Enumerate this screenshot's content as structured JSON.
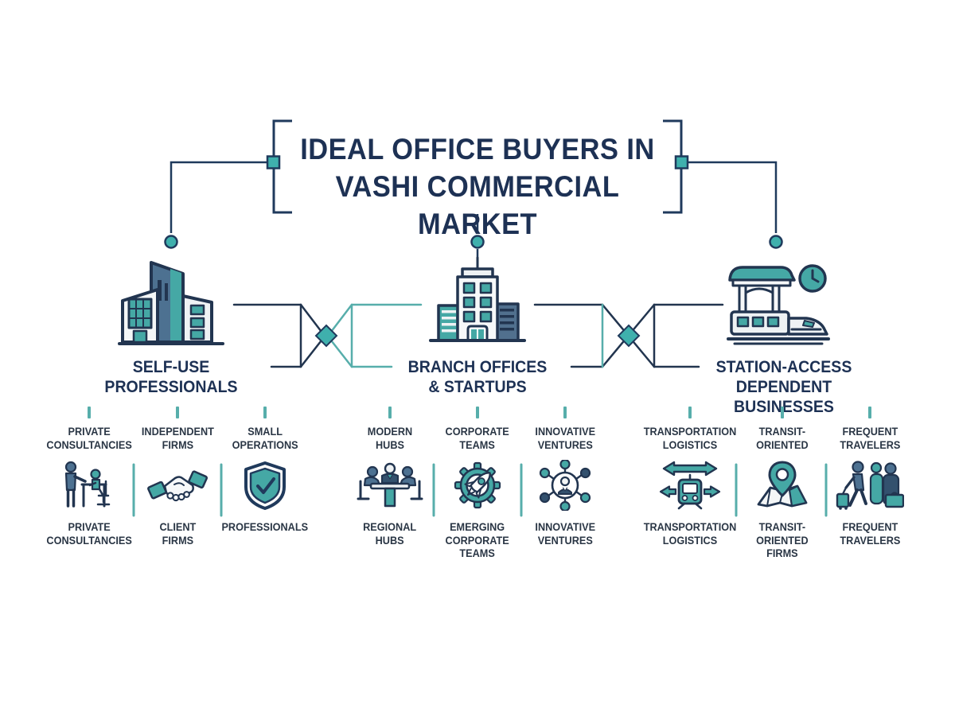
{
  "title": {
    "line1": "IDEAL OFFICE BUYERS IN",
    "line2": "VASHI COMMERCIAL MARKET"
  },
  "colors": {
    "title_navy": "#1d3154",
    "label_ink": "#2a3645",
    "line_navy": "#22354f",
    "line_teal": "#57aeab",
    "node_teal": "#3fb0ad",
    "icon_teal": "#45a8a5",
    "icon_slate": "#4d7191",
    "icon_outline": "#223550",
    "icon_white": "#f3f6f7"
  },
  "groups": [
    {
      "name": "self-use-professionals",
      "label": "SELF-USE\nPROFESSIONALS",
      "icon": "office-buildings-icon",
      "items": [
        {
          "top": "PRIVATE\nCONSULTANCIES",
          "icon": "consultation-desk-icon",
          "bottom": "PRIVATE\nCONSULTANCIES"
        },
        {
          "top": "INDEPENDENT\nFIRMS",
          "icon": "handshake-icon",
          "bottom": "CLIENT\nFIRMS"
        },
        {
          "top": "SMALL\nOPERATIONS",
          "icon": "shield-check-icon",
          "bottom": "PROFESSIONALS"
        }
      ]
    },
    {
      "name": "branch-offices-startups",
      "label": "BRANCH OFFICES\n& STARTUPS",
      "icon": "corporate-building-icon",
      "items": [
        {
          "top": "MODERN\nHUBS",
          "icon": "meeting-table-icon",
          "bottom": "REGIONAL\nHUBS"
        },
        {
          "top": "CORPORATE\nTEAMS",
          "icon": "gear-rocket-icon",
          "bottom": "EMERGING\nCORPORATE\nTEAMS"
        },
        {
          "top": "INNOVATIVE\nVENTURES",
          "icon": "network-person-icon",
          "bottom": "INNOVATIVE\nVENTURES"
        }
      ]
    },
    {
      "name": "station-access-dependent-businesses",
      "label": "STATION-ACCESS\nDEPENDENT BUSINESSES",
      "icon": "train-station-icon",
      "items": [
        {
          "top": "TRANSPORTATION\nLOGISTICS",
          "icon": "transport-arrows-train-icon",
          "bottom": "TRANSPORTATION\nLOGISTICS"
        },
        {
          "top": "TRANSIT-\nORIENTED",
          "icon": "map-pin-icon",
          "bottom": "TRANSIT-\nORIENTED\nFIRMS"
        },
        {
          "top": "FREQUENT\nTRAVELERS",
          "icon": "travelers-icon",
          "bottom": "FREQUENT\nTRAVELERS"
        }
      ]
    }
  ]
}
